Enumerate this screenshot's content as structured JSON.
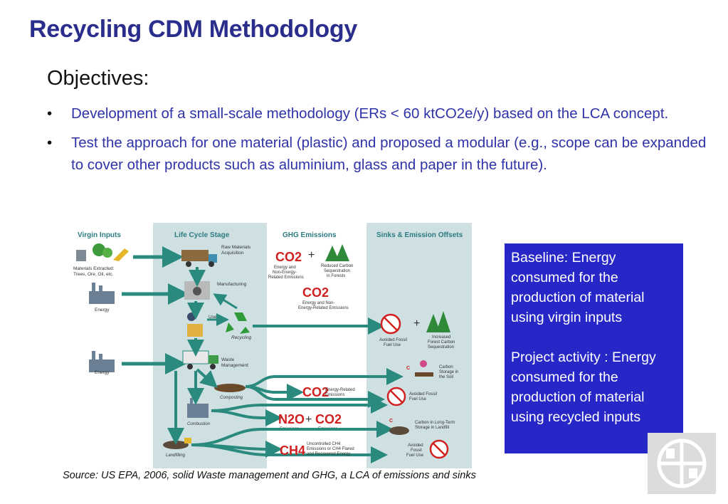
{
  "slide": {
    "title": "Recycling CDM Methodology",
    "subtitle": "Objectives:",
    "bullets": [
      "Development of a small-scale methodology (ERs < 60 ktCO2e/y) based on the LCA concept.",
      "Test the approach for one material (plastic) and proposed a modular (e.g., scope can be expanded to cover other products such as aluminium, glass and paper in the future)."
    ],
    "bullet_glyph": "•",
    "callout": {
      "baseline": "Baseline: Energy consumed for the production of material using virgin inputs",
      "project": "Project activity : Energy consumed for the production of material using recycled  inputs"
    },
    "source": "Source: US EPA, 2006, solid Waste management and GHG, a LCA of emissions and sinks"
  },
  "diagram": {
    "headers": {
      "virgin": "Virgin Inputs",
      "life_cycle": "Life Cycle Stage",
      "ghg": "GHG Emissions",
      "sinks": "Sinks & Emission Offsets"
    },
    "labels": {
      "materials_1": "Materials Extracted:",
      "materials_2": "Trees, Ore, Oil, etc.",
      "energy_1": "Energy",
      "energy_2": "Energy",
      "raw_1": "Raw Materials",
      "raw_2": "Acquisition",
      "manufacturing": "Manufacturing",
      "use": "Use",
      "recycling": "Recycling",
      "waste_1": "Waste",
      "waste_2": "Management",
      "composting": "Composting",
      "combustion": "Combustion",
      "landfilling": "Landfilling",
      "co2_sym": "CO2",
      "co2_1": "Energy and",
      "co2_2": "Non-Energy-",
      "co2_3": "Related Emissions",
      "reduced_1": "Reduced Carbon",
      "reduced_2": "Sequestration",
      "reduced_3": "in Forests",
      "mfg_co2_1": "Energy and Non-",
      "mfg_co2_2": "Energy-Related Emissions",
      "avoided_1": "Avoided Fossil",
      "avoided_2": "Fuel Use",
      "forest_1": "Increased",
      "forest_2": "Forest Carbon",
      "forest_3": "Sequestration",
      "soil_1": "Carbon",
      "soil_2": "Storage in",
      "soil_3": "the Soil",
      "energy_related_1": "Energy-Related",
      "energy_related_2": "Emissions",
      "avoided2_1": "Avoided Fossil",
      "avoided2_2": "Fuel Use",
      "n2o_sym": "N2O",
      "emissions_a": "Emissions",
      "emissions_b": "Emissions",
      "longterm_1": "Carbon in Long-Term",
      "longterm_2": "Storage in Landfill",
      "ch4_sym": "CH4",
      "unc_1": "Uncontrolled CH4",
      "unc_2": "Emissions or CH4 Flared",
      "unc_3": "and Recovered Energy",
      "avoided3_1": "Avoided",
      "avoided3_2": "Fossil",
      "avoided3_3": "Fuel Use",
      "plus": "+",
      "c_mark": "C"
    },
    "colors": {
      "teal": "#2a8a7e",
      "panel": "#cfe0e3",
      "header": "#2c7b82",
      "red": "#d02020",
      "tree": "#2e8a38"
    }
  }
}
